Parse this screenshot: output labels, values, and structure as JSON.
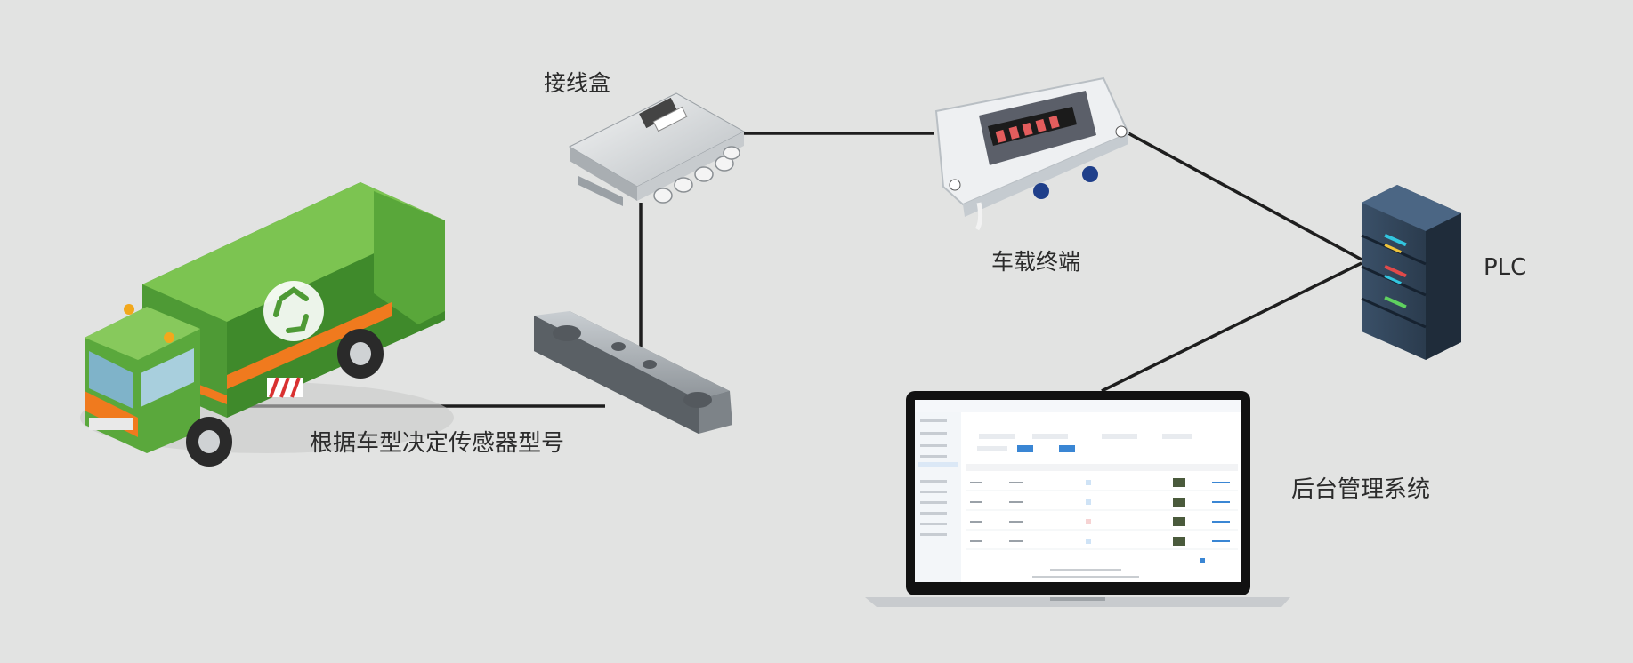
{
  "labels": {
    "junction_box": "接线盒",
    "vehicle_terminal": "车载终端",
    "plc": "PLC",
    "sensor_note": "根据车型决定传感器型号",
    "backend_system": "后台管理系统"
  },
  "colors": {
    "background": "#e2e3e2",
    "truck_green": "#5aa83c",
    "truck_orange": "#f07a1e",
    "connector_line": "#1e1e1e",
    "server_dark": "#2c3e52",
    "sensor_grey": "#8e9499"
  },
  "icons": [
    "garbage-truck",
    "junction-box",
    "vehicle-terminal",
    "load-sensor",
    "plc-server",
    "laptop"
  ]
}
